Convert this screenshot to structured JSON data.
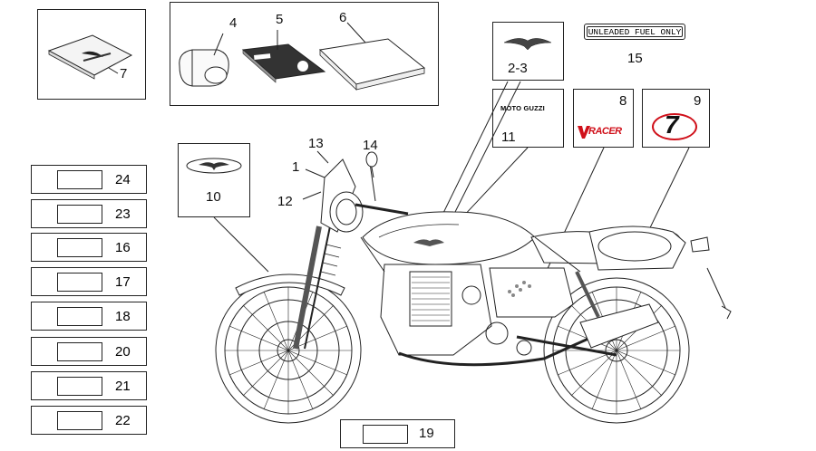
{
  "parts": {
    "p1": "1",
    "p2_3": "2-3",
    "p4": "4",
    "p5": "5",
    "p6": "6",
    "p7": "7",
    "p8": "8",
    "p9": "9",
    "p10": "10",
    "p11": "11",
    "p12": "12",
    "p13": "13",
    "p14": "14",
    "p15": "15",
    "p19": "19"
  },
  "plates": [
    "24",
    "23",
    "16",
    "17",
    "18",
    "20",
    "21",
    "22"
  ],
  "decals": {
    "fuel_label": "UNLEADED FUEL ONLY",
    "brand_small": "MOTO GUZZI",
    "racer_logo": "RACER",
    "race_number": "7"
  },
  "colors": {
    "racer_red": "#d0101a",
    "line": "#222222"
  }
}
